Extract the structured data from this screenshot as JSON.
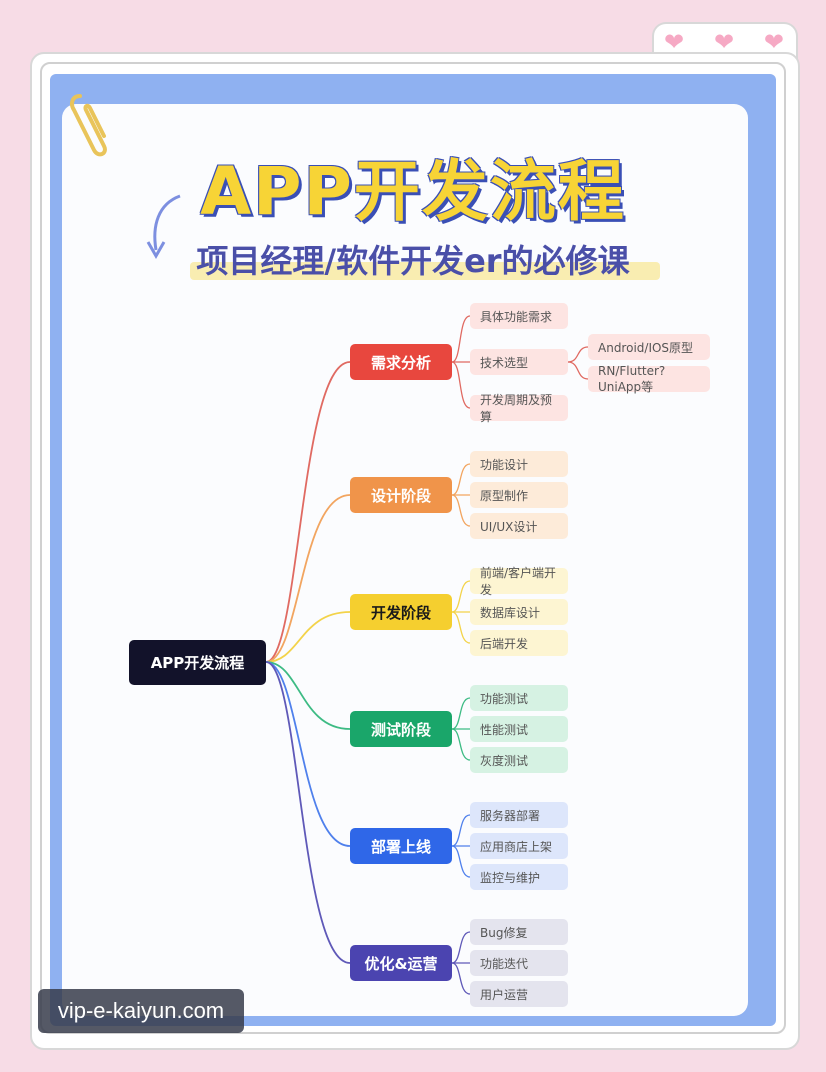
{
  "title": "APP开发流程",
  "subtitle": "项目经理/软件开发er的必修课",
  "root": "APP开发流程",
  "stages": [
    {
      "label": "需求分析",
      "color": "#e8473e",
      "leafColor": "#fde4e2",
      "line": "#e06a62",
      "items": [
        "具体功能需求",
        "技术选型",
        "开发周期及预算"
      ]
    },
    {
      "label": "设计阶段",
      "color": "#f0944a",
      "leafColor": "#fdebd9",
      "line": "#f2a560",
      "items": [
        "功能设计",
        "原型制作",
        "UI/UX设计"
      ]
    },
    {
      "label": "开发阶段",
      "color": "#f5cf2f",
      "leafColor": "#fdf5d2",
      "line": "#f3d34a",
      "dark": true,
      "items": [
        "前端/客户端开发",
        "数据库设计",
        "后端开发"
      ]
    },
    {
      "label": "测试阶段",
      "color": "#1aa66a",
      "leafColor": "#d6f2e3",
      "line": "#3dbb84",
      "items": [
        "功能测试",
        "性能测试",
        "灰度测试"
      ]
    },
    {
      "label": "部署上线",
      "color": "#2f67e8",
      "leafColor": "#dde6fb",
      "line": "#4f80ec",
      "items": [
        "服务器部署",
        "应用商店上架",
        "监控与维护"
      ]
    },
    {
      "label": "优化&运营",
      "color": "#4b44b0",
      "leafColor": "#e4e4ee",
      "line": "#5f59b8",
      "items": [
        "Bug修复",
        "功能迭代",
        "用户运营"
      ]
    }
  ],
  "tech_options": [
    "Android/IOS原型",
    "RN/Flutter?UniApp等"
  ],
  "watermark": "vip-e-kaiyun.com"
}
